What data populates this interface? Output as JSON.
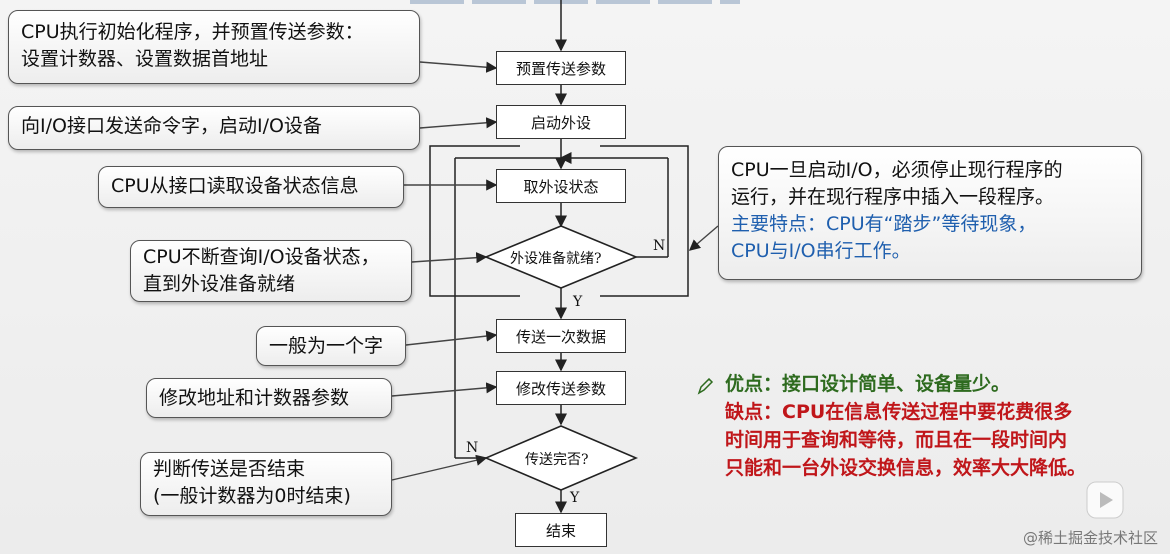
{
  "flow": {
    "preset": "预置传送参数",
    "start": "启动外设",
    "read_status": "取外设状态",
    "ready_q": "外设准备就绪?",
    "n1": "N",
    "y1": "Y",
    "transfer": "传送一次数据",
    "modify": "修改传送参数",
    "done_q": "传送完否?",
    "n2": "N",
    "y2": "Y",
    "end": "结束"
  },
  "callouts": {
    "init": [
      "CPU执行初始化程序，并预置传送参数：",
      "设置计数器、设置数据首地址"
    ],
    "cmd": "向I/O接口发送命令字，启动I/O设备",
    "read": "CPU从接口读取设备状态信息",
    "poll": [
      "CPU不断查询I/O设备状态，",
      "直到外设准备就绪"
    ],
    "word": "一般为一个字",
    "modify": "修改地址和计数器参数",
    "judge": [
      "判断传送是否结束",
      "(一般计数器为0时结束)"
    ],
    "right": {
      "line1": "CPU一旦启动I/O，必须停止现行程序的",
      "line2": "运行，并在现行程序中插入一段程序。",
      "line3": "主要特点：CPU有“踏步”等待现象，",
      "line4": "CPU与I/O串行工作。"
    }
  },
  "notes": {
    "adv": "优点：接口设计简单、设备量少。",
    "dis": [
      "缺点：CPU在信息传送过程中要花费很多",
      "时间用于查询和等待，而且在一段时间内",
      "只能和一台外设交换信息，效率大大降低。"
    ]
  },
  "watermark": "@稀土掘金技术社区",
  "colors": {
    "accent_blue": "#1f5fae",
    "advantage_green": "#2e6b1f",
    "disadvantage_red": "#c0161a"
  }
}
